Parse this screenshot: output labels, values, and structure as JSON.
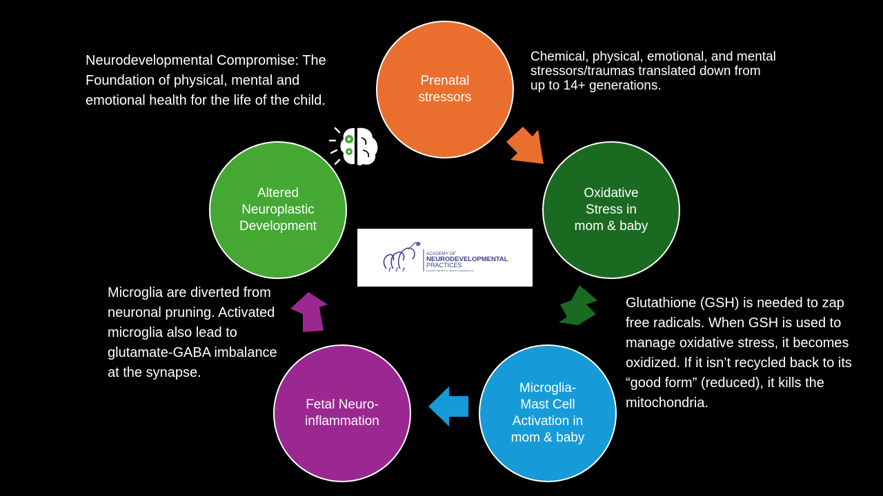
{
  "nodes": [
    {
      "label": "Prenatal\nstressors",
      "color": "#ea6f2e"
    },
    {
      "label": "Oxidative\nStress in\nmom & baby",
      "color": "#1b6a22"
    },
    {
      "label": "Microglia-\nMast Cell\nActivation in\nmom & baby",
      "color": "#169bd8"
    },
    {
      "label": "Fetal Neuro-\ninflammation",
      "color": "#9b2890"
    },
    {
      "label": "Altered\nNeuroplastic\nDevelopment",
      "color": "#44a832"
    }
  ],
  "notes": {
    "top_left": "Neurodevelopmental Compromise: The Foundation of physical, mental and emotional health for the life of the child.",
    "top_right": "Chemical, physical, emotional, and mental stressors/traumas translated down from up to 14+ generations.",
    "right": "Glutathione (GSH) is needed to zap free radicals. When GSH is used to manage oxidative stress, it becomes oxidized. If it isn’t recycled back to its “good form” (reduced), it kills the mitochondria.",
    "left": "Microglia are diverted from neuronal pruning. Activated microglia also lead to glutamate-GABA imbalance at the synapse."
  },
  "logo": {
    "line1": "ACADEMY OF",
    "line2": "NEURODEVELOPMENTAL",
    "line3": "PRACTICES",
    "tagline": "LEADING THE WAY TO HEALTHY GENERATIONS"
  },
  "icons": {
    "center": "brain-gears-icon"
  },
  "colors": {
    "background": "#000000",
    "orange": "#ea6f2e",
    "dark_green": "#1b6a22",
    "blue": "#169bd8",
    "purple": "#9b2890",
    "light_green": "#44a832",
    "logo_purple": "#3b3a8f"
  }
}
